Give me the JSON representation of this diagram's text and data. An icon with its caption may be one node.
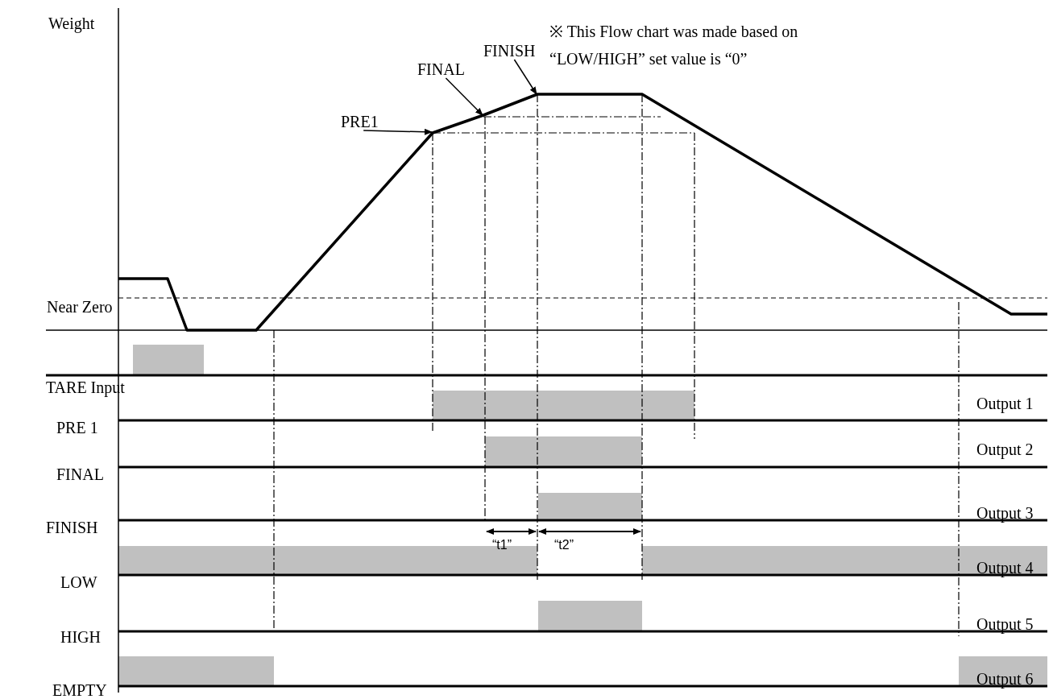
{
  "diagram": {
    "nodes": [
      {
        "text": [
          "PRE1"
        ]
      },
      {
        "text": [
          "FINAL"
        ]
      },
      {
        "text": [
          "FINISH"
        ]
      }
    ],
    "edges": [
      {
        "from": 0,
        "to": null,
        "arrow": "to"
      },
      {
        "from": 1,
        "to": null,
        "arrow": "to"
      },
      {
        "from": 2,
        "to": null,
        "arrow": "to"
      }
    ],
    "labels": [
      "Weight",
      "※ This Flow chart was made based on “LOW/HIGH” set value is “0”",
      "Near Zero",
      "TARE Input",
      "Output 1",
      "PRE 1",
      "Output 2",
      "FINAL",
      "“t1”",
      "“t2”",
      "FINISH",
      "Output 3",
      "LOW",
      "Output 4",
      "HIGH",
      "Output 5",
      "EMPTY",
      "Output 6"
    ]
  }
}
